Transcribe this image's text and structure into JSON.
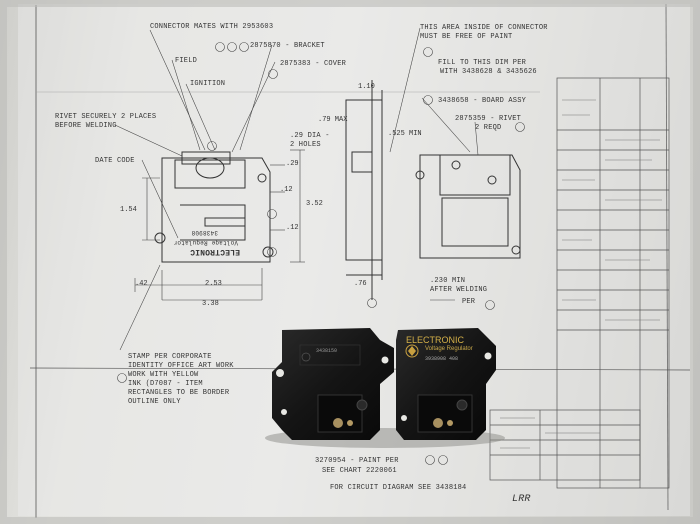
{
  "drawing": {
    "notes": {
      "connector_mates": "CONNECTOR MATES WITH 2953603",
      "bracket": "2875870 - BRACKET",
      "field": "FIELD",
      "cover": "2875383 - COVER",
      "ignition": "IGNITION",
      "rivet_securely": "RIVET SECURELY 2 PLACES",
      "before_welding": "BEFORE WELDING",
      "date_code": "DATE CODE",
      "hole_dia": ".29 DIA -",
      "holes": "2 HOLES",
      "area_note": "THIS AREA INSIDE OF CONNECTOR",
      "paint_free": "MUST BE FREE OF PAINT",
      "fill_dim": "FILL TO THIS DIM PER",
      "fill_with": "WITH 3438628 & 3435626",
      "board_assy": "3438658 - BOARD ASSY",
      "rivet": "2875359 - RIVET",
      "rivet_reqd": "2 REQD",
      "after_welding_dim": ".230 MIN",
      "after_welding": "AFTER WELDING",
      "per": "PER",
      "stamp_note_1": "STAMP PER CORPORATE",
      "stamp_note_2": "IDENTITY OFFICE ART WORK",
      "stamp_note_3": "WORK WITH YELLOW",
      "stamp_note_4": "INK (D7087 - ITEM",
      "stamp_note_5": "RECTANGLES TO BE BORDER",
      "stamp_note_6": "OUTLINE ONLY",
      "paint_note": "3270954 - PAINT PER",
      "see_chart": "SEE CHART 2220061",
      "circuit_note": "FOR CIRCUIT DIAGRAM SEE 3438184"
    },
    "dimensions": {
      "d_110": "1.10",
      "d_79": ".79 MAX",
      "d_525": ".525 MIN",
      "d_29": ".29",
      "d_12a": ".12",
      "d_154": "1.54",
      "d_352": "3.52",
      "d_12b": ".12",
      "d_42": ".42",
      "d_253": "2.53",
      "d_338": "3.38",
      "d_76": ".76"
    },
    "part_label": "ELECTRONIC",
    "part_sub": "Voltage Regulator",
    "part_number": "3438908",
    "signature": "LRR"
  },
  "photo": {
    "left_label": "3438150",
    "right_brand": "ELECTRONIC",
    "right_sub": "Voltage Regulator",
    "right_number": "3938908 408"
  }
}
